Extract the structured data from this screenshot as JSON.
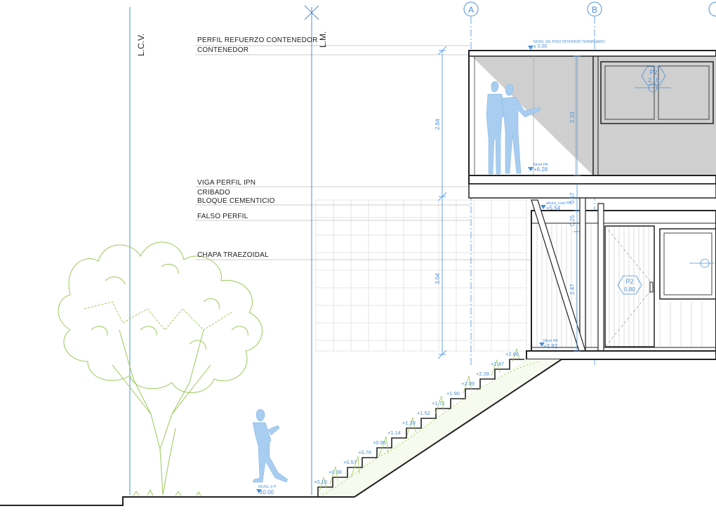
{
  "labels": {
    "lcv": "L.C.V.",
    "lm": "L.M.",
    "perfil_refuerzo": "PERFIL REFUERZO CONTENEDOR",
    "contenedor": "CONTENEDOR",
    "viga": "VIGA PERFIL IPN",
    "cribado": "CRIBADO",
    "bloque": "BLOQUE CEMENTICIO",
    "falso": "FALSO PERFIL",
    "chapa": "CHAPA TRAEZOIDAL"
  },
  "axes": {
    "a": "A",
    "b": "B"
  },
  "levels": {
    "top_note": "NIVEL DE PISO INTERIOR TERMINADO",
    "top_value": "± 0.00",
    "upper_nivel_label": "Nivel PA",
    "upper_nivel_value": "+6.28",
    "mid_label": "altura_cost PB",
    "mid_value": "+5.54",
    "lower_nivel_label": "Nivel PA",
    "lower_nivel_value": "+2.82",
    "ground_label": "NIVEL 0 P",
    "ground_value": "±0.00"
  },
  "dimensions": [
    "2.84",
    "3.04",
    "2.33",
    "0.57",
    "0.25",
    "2.47"
  ],
  "tags": [
    {
      "code": "P2",
      "value": "2.15"
    },
    {
      "code": "P2",
      "value": "0.80"
    }
  ],
  "steps": [
    "+0.19",
    "+0.38",
    "+0.57",
    "+0.76",
    "+0.95",
    "+1.14",
    "+1.33",
    "+1.52",
    "+1.71",
    "+1.90",
    "+2.09",
    "+2.28",
    "+2.47",
    "+2.66"
  ],
  "colors": {
    "blue": "#4a90d9",
    "figure": "#a8cdf0",
    "tree": "#9cc95a",
    "line": "#222222",
    "grey": "#cfcfcf"
  }
}
